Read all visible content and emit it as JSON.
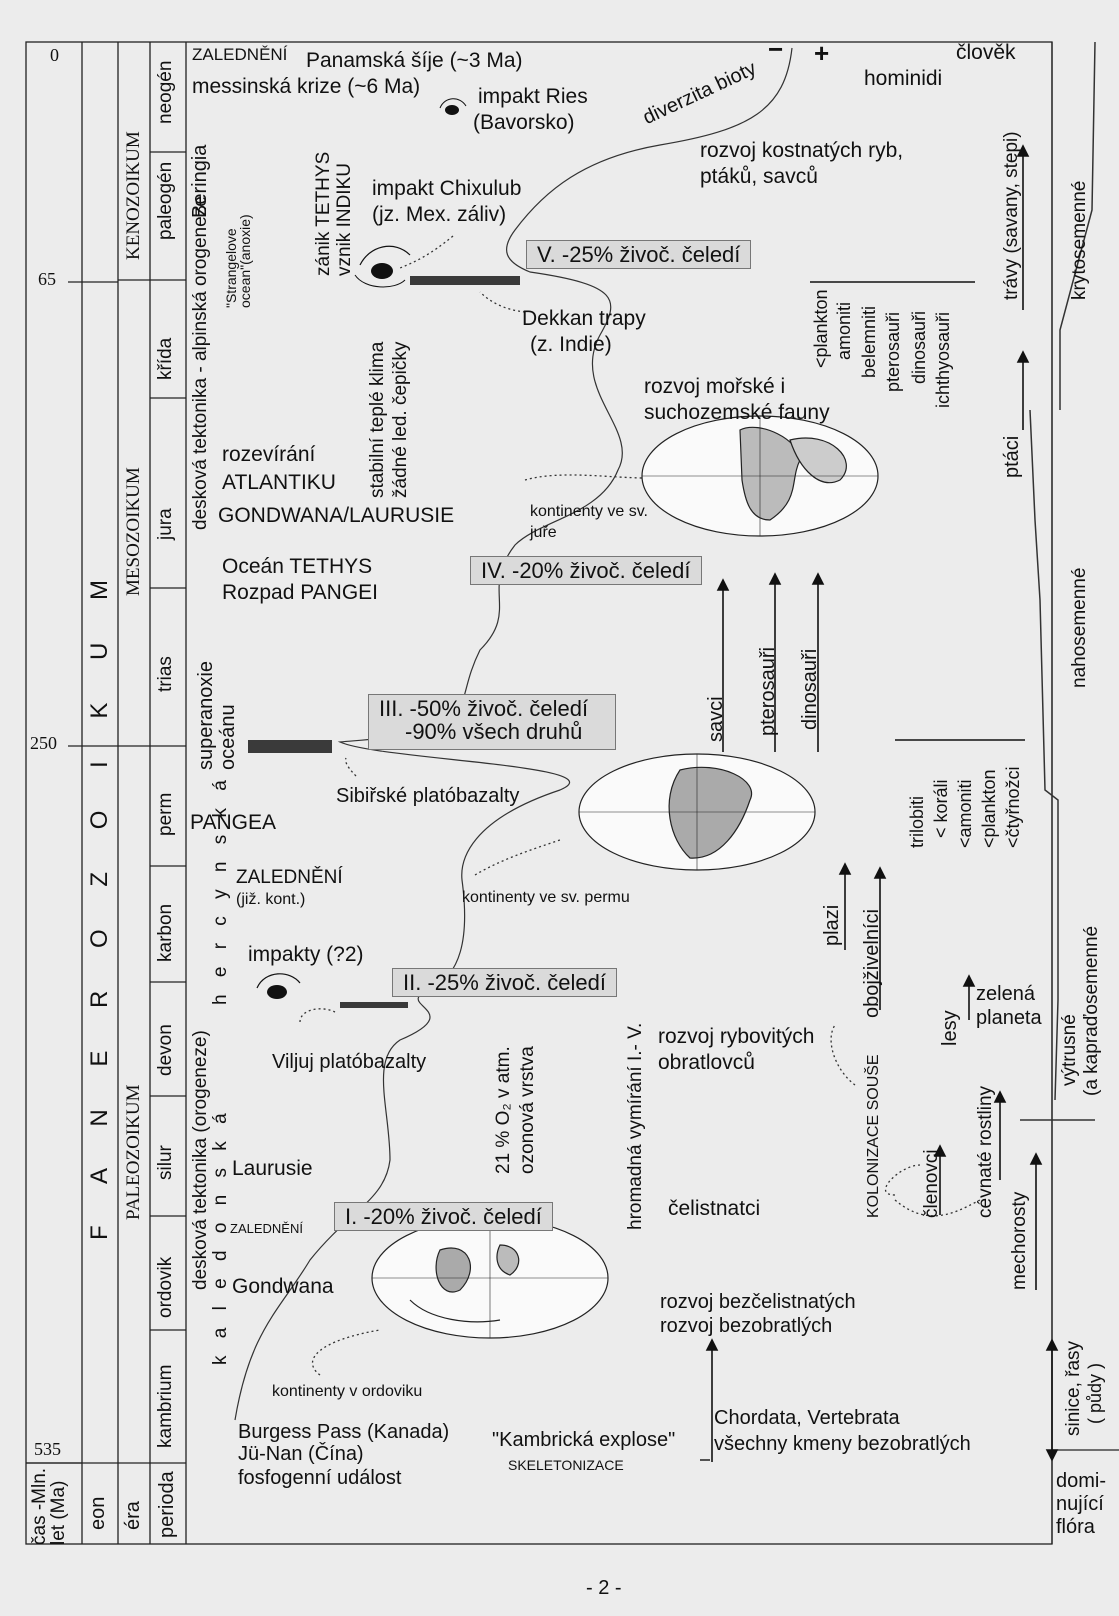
{
  "time_axis": {
    "header": "čas -Mln. let (Ma)",
    "ticks": [
      "0",
      "65",
      "250",
      "535"
    ]
  },
  "col_labels": {
    "eon": "eon",
    "era": "éra",
    "period": "perioda"
  },
  "eon": "F A N E R O Z O I K U M",
  "eras": {
    "kenozoikum": "KENOZOIKUM",
    "mesozoikum": "MESOZOIKUM",
    "paleozoikum": "PALEOZOIKUM"
  },
  "periods": [
    "neogén",
    "paleogén",
    "křída",
    "jura",
    "trias",
    "perm",
    "karbon",
    "devon",
    "silur",
    "ordovik",
    "kambrium"
  ],
  "orogeny": {
    "alpine": "desková tektonika - alpinská orogeneze",
    "hercynian_line": "desková tektonika (orogeneze)",
    "hercynian": "h e r c y n s k á",
    "caledonian": "k a l e d o n s k á",
    "mesozoic": "desková tektonika"
  },
  "events": {
    "zaledneni_top": "ZALEDNĚNÍ",
    "panama": "Panamská šíje (~3 Ma)",
    "messinian": "messinská krize (~6 Ma)",
    "ries_1": "impakt Ries",
    "ries_2": "(Bavorsko)",
    "beringia": "Beringia",
    "strangelove": "\"Strangelove ocean\"(anoxie)",
    "tethys_end_1": "zánik TETHYS",
    "tethys_end_2": "vznik INDIKU",
    "chixulub_1": "impakt Chixulub",
    "chixulub_2": "(jz. Mex. záliv)",
    "climate_1": "stabilní teplé klima",
    "climate_2": "žádné led. čepičky",
    "dekkan_1": "Dekkan trapy",
    "dekkan_2": "(z. Indie)",
    "atlantic_1": "rozevírání",
    "atlantic_2": "ATLANTIKU",
    "gondwana_laurusie": "GONDWANA/LAURUSIE",
    "tethys_1": "Oceán TETHYS",
    "tethys_2": "Rozpad PANGEI",
    "superanoxie_1": "superanoxie",
    "superanoxie_2": "oceánu",
    "siberian": "Sibiřské platóbazalty",
    "pangea": "PANGEA",
    "zaledneni_karbon_1": "ZALEDNĚNÍ",
    "zaledneni_karbon_2": "(již. kont.)",
    "impakty": "impakty (?2)",
    "viljuj": "Viljuj platóbazalty",
    "laurusie": "Laurusie",
    "zaledneni_ordovik": "ZALEDNĚNÍ",
    "gondwana": "Gondwana",
    "burgess": "Burgess Pass (Kanada)",
    "junan": "Jü-Nan (Čína)",
    "fosfogenni": "fosfogenní událost",
    "kambricka": "\"Kambrická explose\"",
    "skeletonizace": "SKELETONIZACE",
    "chordata": "Chordata, Vertebrata",
    "kmeny": "všechny kmeny bezobratlých"
  },
  "extinctions": {
    "v": "V. -25% živoč. čeledí",
    "iv": "IV. -20% živoč. čeledí",
    "iii_1": "III. -50% živoč. čeledí",
    "iii_2": "-90% všech druhů",
    "ii": "II. -25% živoč. čeledí",
    "i": "I. -20% živoč. čeledí"
  },
  "maps": {
    "jura": "kontinenty ve sv. juře",
    "perm": "kontinenty ve sv. permu",
    "ordovik": "kontinenty v ordoviku"
  },
  "biota": {
    "diverzita": "diverzita bioty",
    "minus": "−",
    "plus": "+",
    "clovek": "člověk",
    "hominidi": "hominidi",
    "kostnatych_1": "rozvoj kostnatých ryb,",
    "kostnatych_2": "ptáků, savců",
    "morske_1": "rozvoj mořské i",
    "morske_2": "suchozemské fauny",
    "ozon_1": "21 % O₂ v atm.",
    "ozon_2": "ozonová vrstva",
    "hromadna": "hromadná vymírání I.- V.",
    "rybovitych_1": "rozvoj rybovitých",
    "rybovitych_2": "obratlovců",
    "celistnatci": "čelistnatci",
    "bezcelistnatych": "rozvoj bezčelistnatých",
    "bezobratlych": "rozvoj bezobratlých",
    "kolonizace": "KOLONIZACE SOUŠE",
    "savci": "savci",
    "pterosauri": "pterosauři",
    "dinosauri": "dinosauři",
    "ptaci": "ptáci",
    "travy": "trávy (savany, stepi)",
    "kr_extinct": [
      "<plankton",
      "amoniti",
      "belemniti",
      "pterosauři",
      "dinosauři",
      "ichthyosauři"
    ],
    "pt_extinct": [
      "trilobiti",
      "< koráli",
      "<amoniti",
      "<plankton",
      "<čtyřnožci"
    ],
    "plazi": "plazi",
    "obojzivelnici": "obojživelníci",
    "clenovci": "členovci",
    "cevnate": "cévnaté rostliny",
    "mechorosty": "mechorosty",
    "lesy": "lesy",
    "zelena_1": "zelená",
    "zelena_2": "planeta"
  },
  "flora": {
    "krytosemenne": "krytosemenné",
    "nahosemenne": "nahosemenné",
    "vytrusne_1": "výtrusné",
    "vytrusne_2": "(a kapraďosemenné",
    "sinice_1": "sinice, řasy",
    "sinice_2": "( půdy )",
    "dominujici": "domi- nující flóra"
  },
  "page_number": "- 2 -"
}
